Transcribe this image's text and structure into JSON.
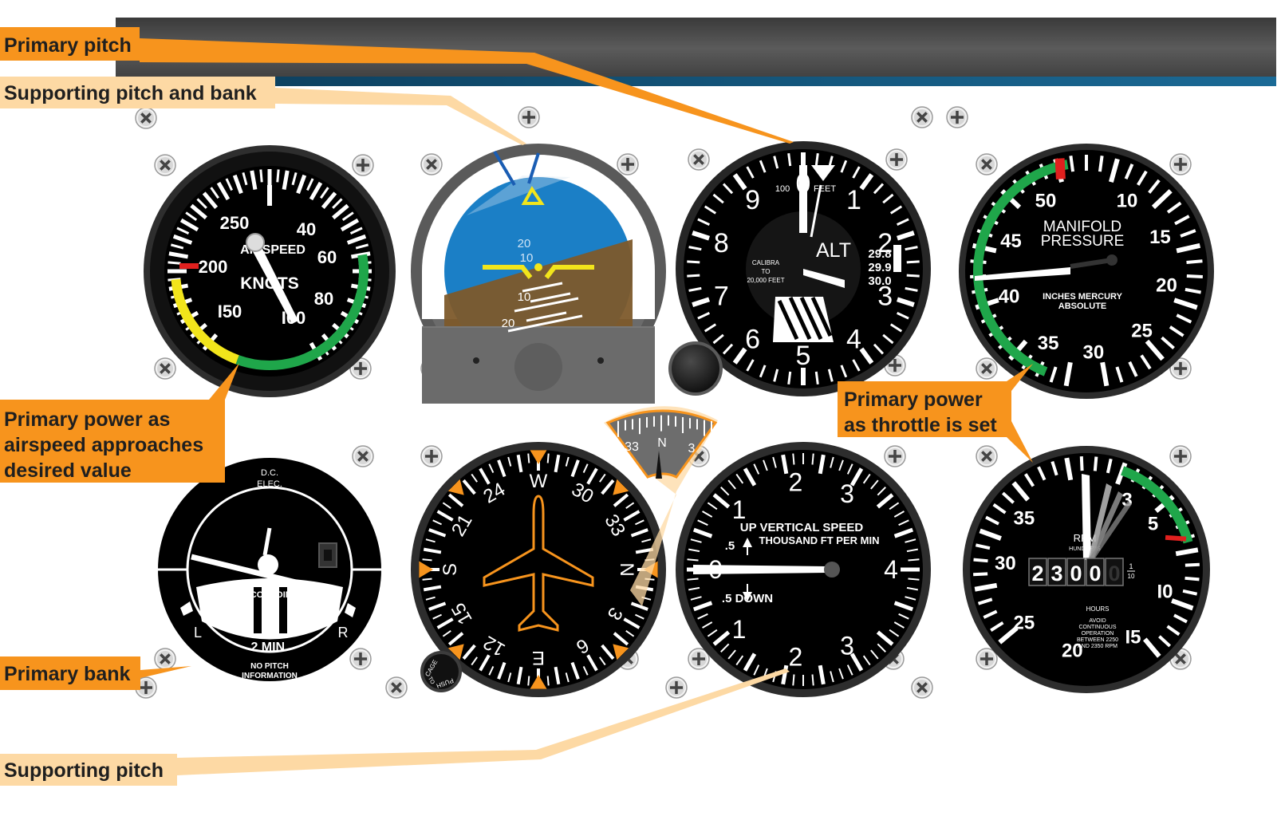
{
  "callouts": {
    "primary_pitch": "Primary pitch",
    "supporting_pitch_bank": "Supporting pitch and bank",
    "primary_power_airspeed": [
      "Primary power as",
      "airspeed approaches",
      "desired value"
    ],
    "primary_power_throttle": [
      "Primary power",
      "as throttle is set"
    ],
    "primary_bank": "Primary bank",
    "supporting_pitch": "Supporting pitch"
  },
  "airspeed": {
    "label1": "AIRSPEED",
    "label2": "KNOTS",
    "scale": [
      "250",
      "40",
      "60",
      "200",
      "80",
      "I50",
      "I00"
    ]
  },
  "attitude": {
    "pitch_labels": [
      "20",
      "10",
      "10",
      "20"
    ]
  },
  "altimeter": {
    "label": "ALT",
    "sublabel_feet": "FEET",
    "sublabel_100": "100",
    "calib": [
      "CALIBRA",
      "TO",
      "20,000 FEET"
    ],
    "numbers": [
      "0",
      "1",
      "2",
      "3",
      "4",
      "5",
      "6",
      "7",
      "8",
      "9"
    ],
    "kollsman": [
      "29.8",
      "29.9",
      "30.0"
    ]
  },
  "manifold": {
    "title1": "MANIFOLD",
    "title2": "PRESSURE",
    "sub1": "INCHES MERCURY",
    "sub2": "ABSOLUTE",
    "scale": [
      "10",
      "15",
      "20",
      "25",
      "30",
      "35",
      "40",
      "45",
      "50"
    ]
  },
  "turn_coordinator": {
    "top1": "D.C.",
    "top2": "ELEC.",
    "label": "TURN COORDINATOR",
    "min": "2  MIN.",
    "bottom1": "NO PITCH",
    "bottom2": "INFORMATION",
    "left": "L",
    "right": "R"
  },
  "heading": {
    "labels": [
      "N",
      "3",
      "6",
      "E",
      "12",
      "15",
      "S",
      "21",
      "24",
      "W",
      "30",
      "33"
    ],
    "knob_text": [
      "CAGE",
      "PUSH",
      "TO"
    ],
    "mag_labels": [
      "33",
      "N",
      "3"
    ]
  },
  "vsi": {
    "line1": "UP VERTICAL SPEED",
    "line2": "THOUSAND FT PER MIN",
    "down": ".5 DOWN",
    "half_up": ".5",
    "scale": [
      "0",
      "1",
      "2",
      "3",
      "4",
      "3",
      "2",
      "1"
    ]
  },
  "tach": {
    "rpm": "RPM",
    "hundreds": "HUNDREDS",
    "hours": "HOURS",
    "tenth_top": "1",
    "tenth_bot": "10",
    "counter": [
      "2",
      "3",
      "0",
      "0",
      "0"
    ],
    "avoid": [
      "AVOID",
      "CONTINUOUS",
      "OPERATION",
      "BETWEEN 2250",
      "AND 2350 RPM"
    ],
    "scale": [
      "3",
      "5",
      "I0",
      "I5",
      "20",
      "25",
      "30",
      "35"
    ]
  },
  "colors": {
    "callout_orange": "#f7941d",
    "callout_tan": "#fdd9a4",
    "bezel": "#3d3d3d",
    "sky": "#1b7fc6",
    "ground": "#7d5a2b",
    "green_arc": "#1fa64a",
    "yellow_arc": "#f2e51b",
    "red_mark": "#e0201e"
  }
}
